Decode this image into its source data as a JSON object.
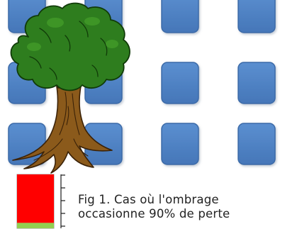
{
  "figure": {
    "caption_line1": "Fig 1. Cas où l'ombrage",
    "caption_line2": "occasionne 90% de perte"
  },
  "panel_grid": {
    "rows": 3,
    "columns": 4,
    "fill_color": "#4f81c2",
    "border_color": "#3a6aa8"
  },
  "tree": {
    "icon": "tree-icon",
    "canopy_color": "#2e7d1e",
    "trunk_color": "#8b5a1b"
  },
  "loss_gauge": {
    "loss_percent": 90,
    "loss_color": "#ff0000",
    "remaining_color": "#92d050"
  }
}
